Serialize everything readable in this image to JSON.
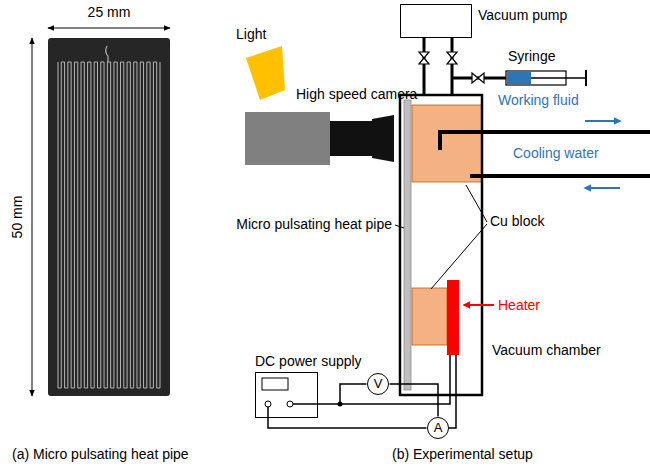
{
  "diagram": {
    "nodes": [
      {
        "text": [
          "Vacuum pump"
        ]
      },
      {
        "text": [
          "DC power supply"
        ]
      },
      {
        "text": [
          "V"
        ]
      },
      {
        "text": [
          "A"
        ]
      }
    ],
    "edges": [
      {
        "from": 1,
        "to": 2,
        "arrow": "none"
      },
      {
        "from": 1,
        "to": 3,
        "arrow": "none"
      },
      {
        "from": 2,
        "to": 3,
        "arrow": "none"
      }
    ],
    "labels": [
      "25 mm",
      "50 mm",
      "Light",
      "High speed camera",
      "Syringe",
      "Working fluid",
      "Cooling water",
      "Cu block",
      "Micro pulsating heat pipe",
      "Heater",
      "Vacuum chamber",
      "(a) Micro pulsating heat pipe",
      "(b) Experimental setup"
    ]
  }
}
